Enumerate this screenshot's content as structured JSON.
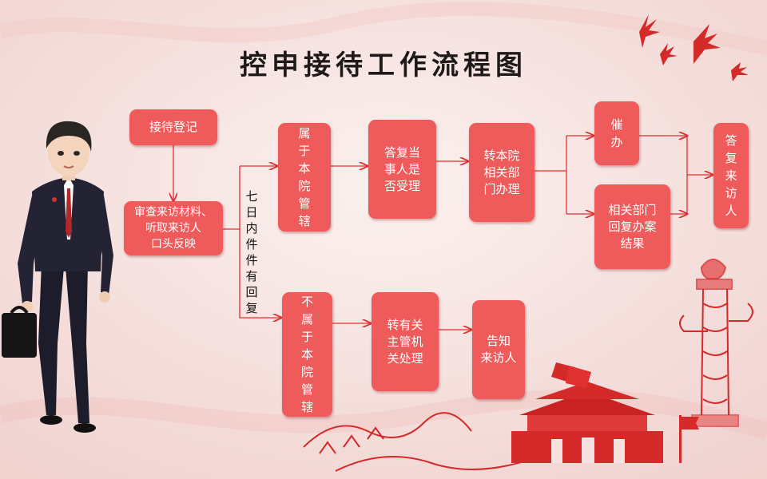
{
  "title": "控申接待工作流程图",
  "side_label": "七\n日\n内\n件\n件\n有\n回\n复",
  "nodes": {
    "register": "接待登记",
    "review": "审查来访材料、\n听取来访人\n口头反映",
    "in_scope": "属\n于\n本\n院\n管\n辖",
    "reply_accept": "答复当\n事人是\n否受理",
    "transfer_dept": "转本院\n相关部\n门办理",
    "urge": "催\n办",
    "dept_reply": "相关部门\n回复办案\n结果",
    "answer": "答\n复\n来\n访\n人",
    "out_scope": "不\n属\n于\n本\n院\n管\n辖",
    "transfer_org": "转有关\n主管机\n关处理",
    "notify": "告知\n来访人"
  },
  "decorations": {
    "figure": "man-in-suit-with-briefcase",
    "birds": "red-dove-silhouettes",
    "monument": "huabiao-pillar",
    "landmark": "tiananmen-and-great-wall-papercut"
  },
  "colors": {
    "box_fill": "#ef5b5b",
    "arrow": "#e03030",
    "background": "#f6e3e1",
    "decor": "#d92b2b"
  }
}
